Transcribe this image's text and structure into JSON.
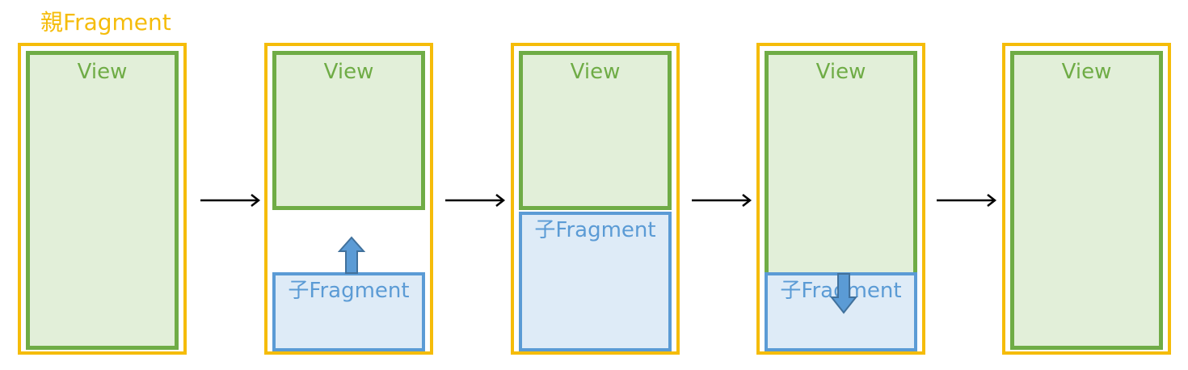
{
  "title": "親Fragment",
  "view_label": "View",
  "child_label": "子Fragment",
  "colors": {
    "parent_border": "#F5BC0A",
    "view_border": "#6FAC46",
    "view_fill": "#E2EFD9",
    "child_border": "#5B9BD5",
    "child_fill": "#DEEBF7",
    "arrow": "#000000"
  },
  "steps": [
    {
      "view": "View",
      "child": null,
      "child_motion": null
    },
    {
      "view": "View",
      "child": "子Fragment",
      "child_motion": "up-arrow"
    },
    {
      "view": "View",
      "child": "子Fragment",
      "child_motion": null
    },
    {
      "view": "View",
      "child": "子Fragment",
      "child_motion": "down-arrow"
    },
    {
      "view": "View",
      "child": null,
      "child_motion": null
    }
  ]
}
